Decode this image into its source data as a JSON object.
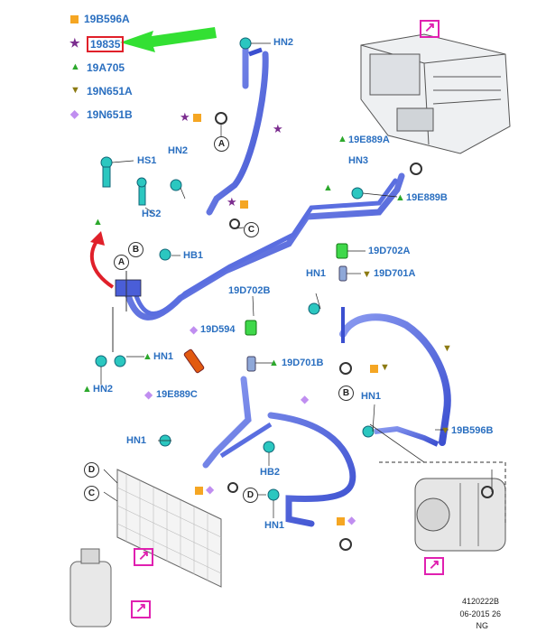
{
  "legend": [
    {
      "symbol": "square",
      "code": "19B596A"
    },
    {
      "symbol": "star",
      "code": "19835",
      "highlighted": true
    },
    {
      "symbol": "tri-up",
      "code": "19A705"
    },
    {
      "symbol": "tri-down",
      "code": "19N651A"
    },
    {
      "symbol": "diamond",
      "code": "19N651B"
    }
  ],
  "labels": {
    "hn2_top": "HN2",
    "hs1": "HS1",
    "hs2": "HS2",
    "hn2_mid": "HN2",
    "hb1": "HB1",
    "e889a": "19E889A",
    "hn3": "HN3",
    "e889b": "19E889B",
    "d702a": "19D702A",
    "hn1_right": "HN1",
    "d701a": "19D701A",
    "d702b": "19D702B",
    "d594": "19D594",
    "hn1_left": "HN1",
    "d701b": "19D701B",
    "hn2_left": "HN2",
    "e889c": "19E889C",
    "hn1_mid": "HN1",
    "b596b": "19B596B",
    "hn1_lower": "HN1",
    "hb2": "HB2",
    "hn1_bottom": "HN1"
  },
  "circles": {
    "a_top": "A",
    "c_top": "C",
    "b_mid": "B",
    "a_mid": "A",
    "b_lower": "B",
    "d_left": "D",
    "c_left": "C",
    "d_mid": "D"
  },
  "footer": {
    "line1": "4120222B",
    "line2": "06-2015 26",
    "line3": "NG"
  },
  "colors": {
    "pipe": "#3b4fd0",
    "pipe_light": "#8a9af0",
    "legend_text": "#2a6fc0",
    "arrow": "#33e033",
    "highlight": "#e0202a",
    "ext": "#e020b0"
  }
}
